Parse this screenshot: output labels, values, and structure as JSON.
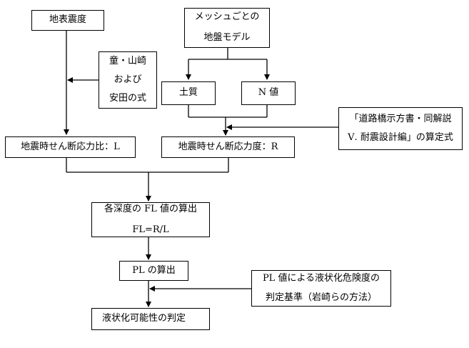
{
  "nodes": {
    "surface_motion": "地表震度",
    "mesh_model": [
      "メッシュごとの",
      "地盤モデル"
    ],
    "formula_note": [
      "童・山崎",
      "および",
      "安田の式"
    ],
    "soil": "土質",
    "n_value": "N 値",
    "bridge_spec": [
      "「道路橋示方書・同解説",
      "Ⅴ. 耐震設計編」の算定式"
    ],
    "shear_ratio": "地震時せん断応力比：L",
    "shear_strength": "地震時せん断応力度：R",
    "fl_calc": [
      "各深度の FL 値の算出",
      "FL=R/L"
    ],
    "pl_calc": "PL の算出",
    "criteria": [
      "PL 値による液状化危険度の",
      "判定基準（岩崎らの方法）"
    ],
    "result": "液状化可能性の判定"
  }
}
